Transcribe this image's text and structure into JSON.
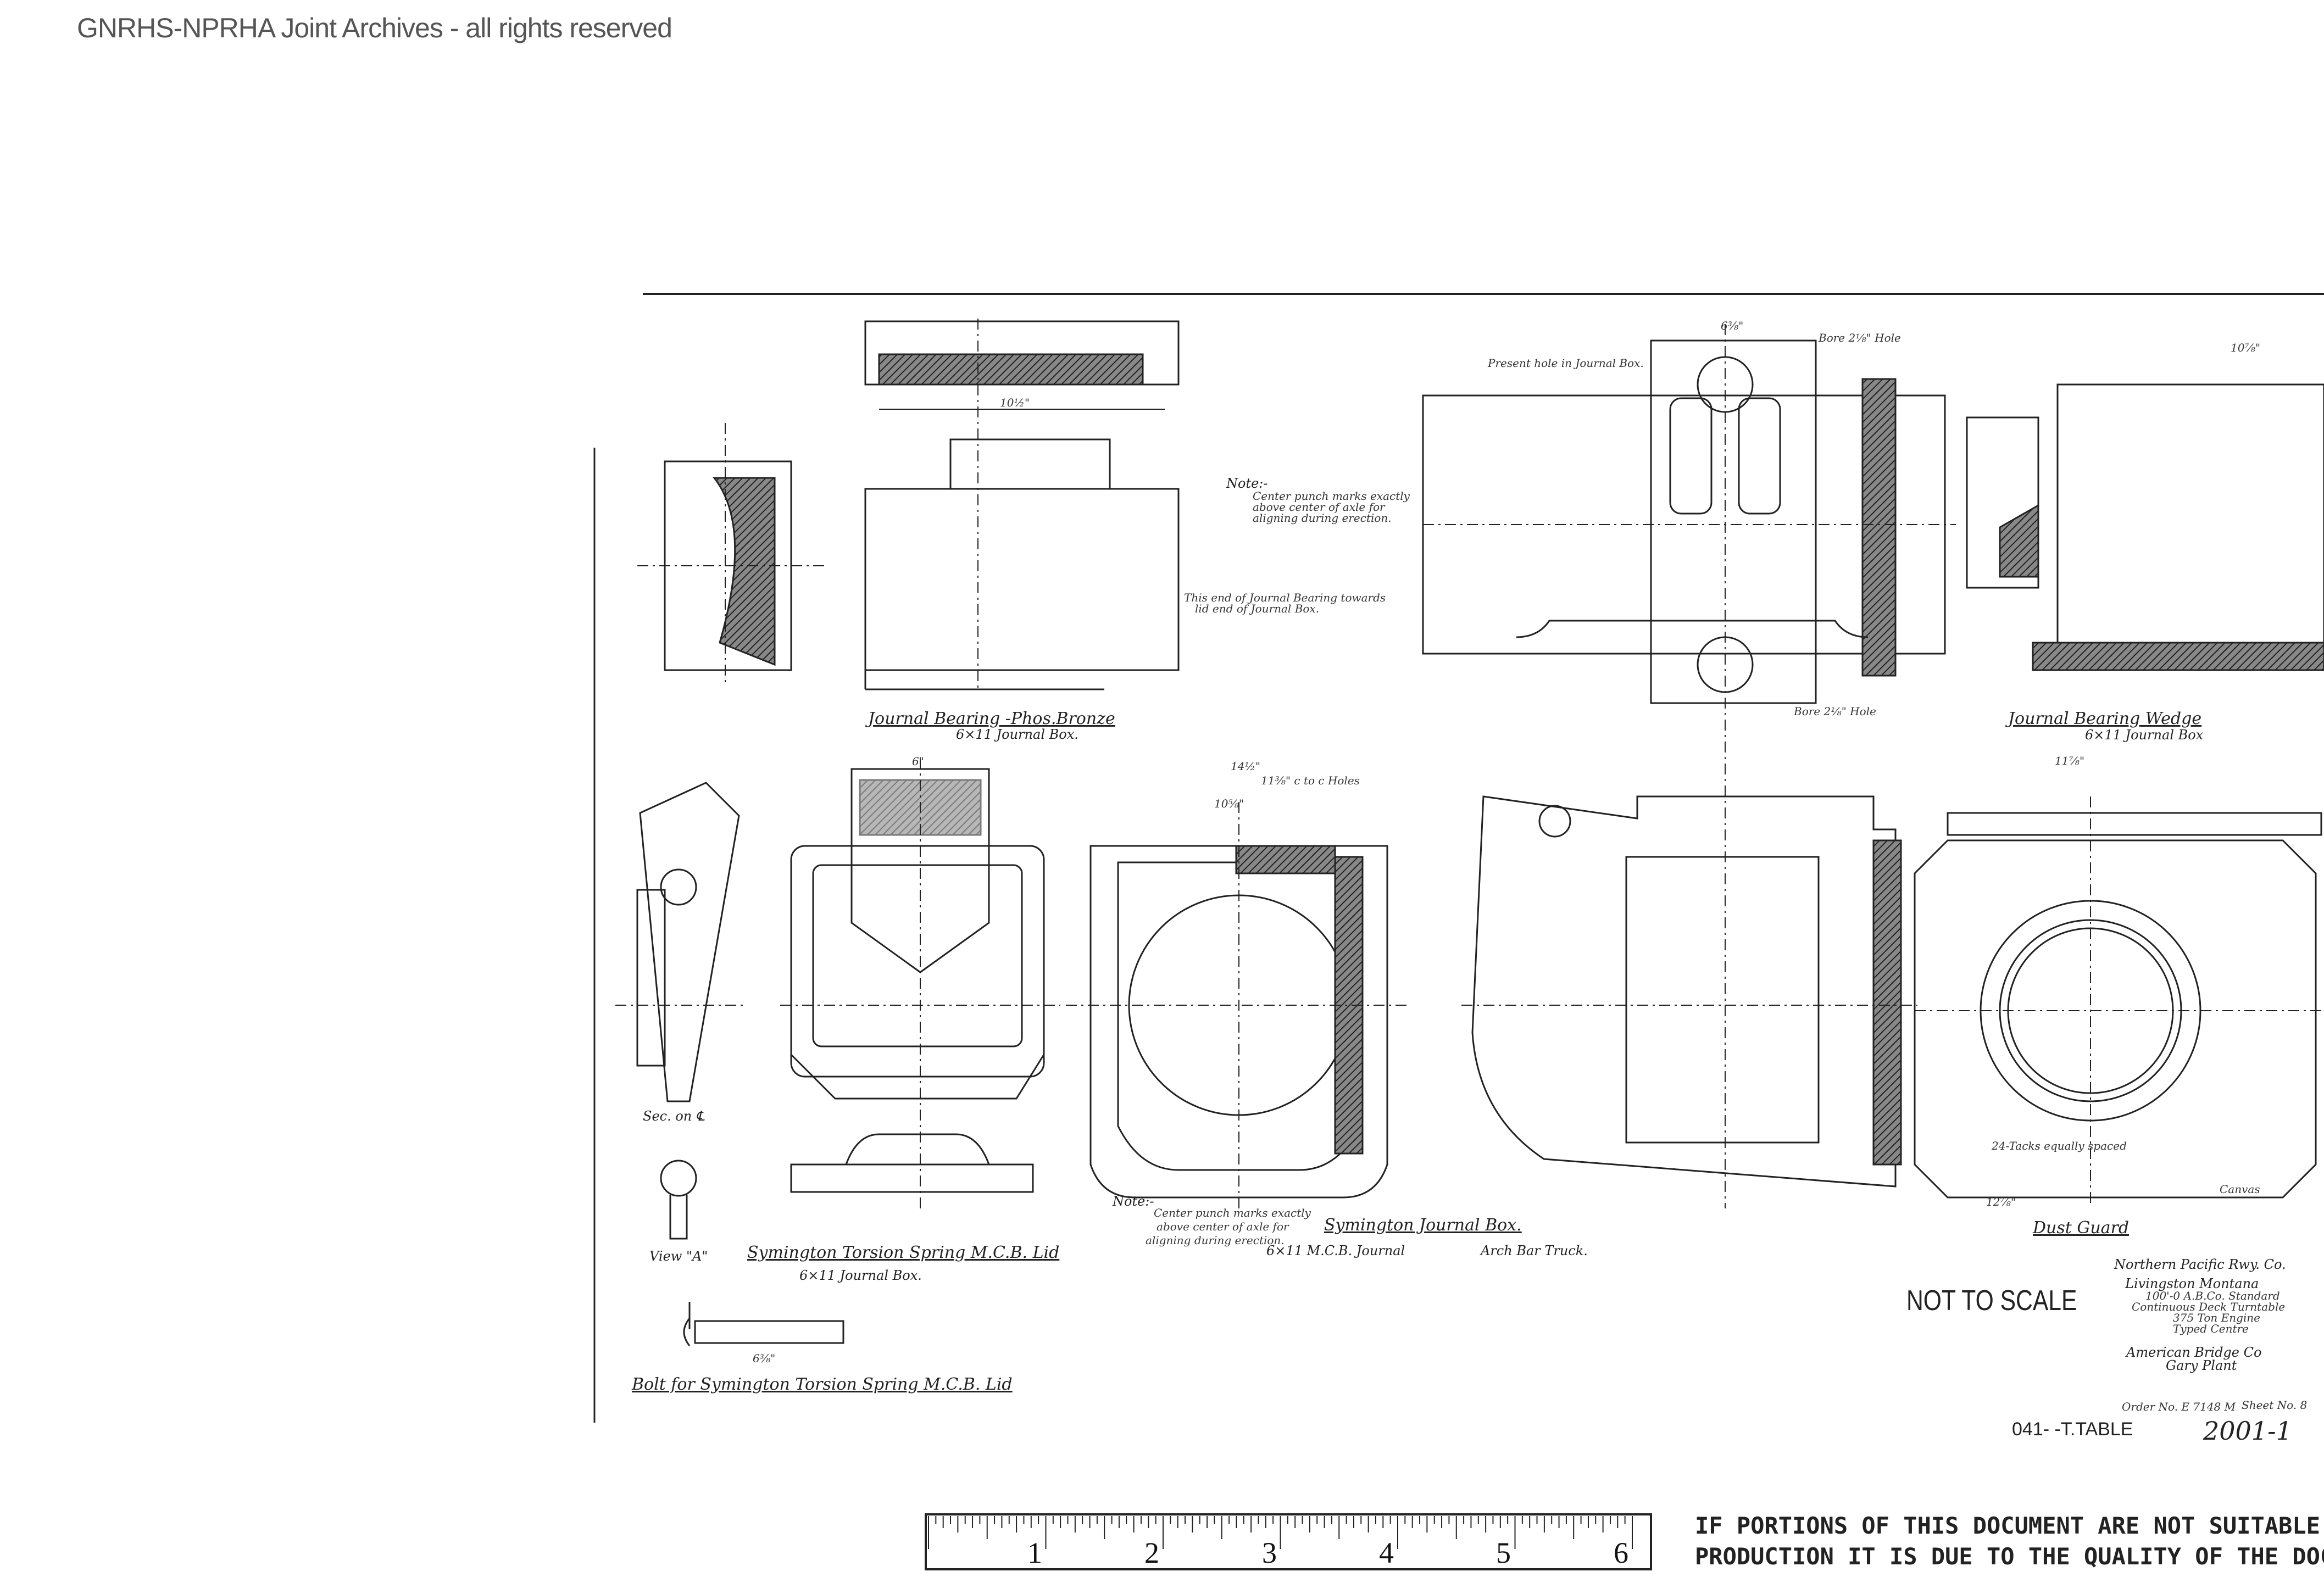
{
  "header": {
    "archive_notice": "GNRHS-NPRHA Joint Archives - all rights reserved"
  },
  "views": {
    "journal_bearing": {
      "title": "Journal Bearing -Phos.Bronze",
      "subtitle": "6×11 Journal Box."
    },
    "journal_bearing_wedge": {
      "title": "Journal Bearing Wedge",
      "subtitle": "6×11 Journal Box"
    },
    "torsion_spring_lid": {
      "title": "Symington Torsion Spring M.C.B. Lid",
      "subtitle": "6×11 Journal Box."
    },
    "journal_box": {
      "title": "Symington Journal Box.",
      "subtitle": "6×11 M.C.B. Journal",
      "extra": "Arch Bar Truck."
    },
    "dust_guard": {
      "title": "Dust Guard"
    },
    "bolt": {
      "title": "Bolt for Symington Torsion Spring M.C.B. Lid"
    },
    "section": {
      "label": "Sec. on ℄"
    },
    "view_a": {
      "label": "View \"A\""
    }
  },
  "notes": {
    "note_top": {
      "head": "Note:-",
      "lines": [
        "Center punch marks exactly",
        "above center of axle for",
        "aligning during erection."
      ]
    },
    "note_bottom": {
      "head": "Note:-",
      "lines": [
        "Center punch marks exactly",
        "above center of axle for",
        "aligning during erection."
      ]
    },
    "bearing_end": [
      "This end of Journal Bearing towards",
      "lid end of Journal Box."
    ],
    "present_hole": "Present hole in Journal Box.",
    "bore_top": "Bore 2⅛\" Hole",
    "bore_bottom": "Bore 2⅛\" Hole",
    "tacks": "24-Tacks equally spaced",
    "canvas": "Canvas"
  },
  "title_block": {
    "railway": "Northern Pacific Rwy. Co.",
    "location": "Livingston  Montana",
    "lines": [
      "100'-0  A.B.Co. Standard",
      "Continuous Deck Turntable",
      "375 Ton Engine",
      "Typed Centre"
    ],
    "company": "American Bridge Co",
    "plant": "Gary Plant",
    "order": "Order No. E 7148 M",
    "sheet": "Sheet No. 8"
  },
  "stamps": {
    "not_to_scale": "NOT TO SCALE",
    "file_prefix": "041-  -T.TABLE",
    "file_number": "2001-1",
    "quality_line1": "IF PORTIONS OF THIS DOCUMENT ARE NOT SUITABLE FOR RE",
    "quality_line2": "PRODUCTION IT IS DUE TO THE QUALITY OF THE DOCUMENT"
  },
  "ruler": {
    "numbers": [
      "1",
      "2",
      "3",
      "4",
      "5",
      "6"
    ]
  },
  "dimensions": {
    "bearing_top": "10½\"",
    "box_top": "6⅜\"",
    "wedge_top": "10⅞\"",
    "box_front": "14½\"",
    "box_holes": "11⅜\" c to c Holes",
    "box_inner": "10⅝\"",
    "lid_top": "6\"",
    "dust_top": "11⅞\"",
    "bolt_len": "6⅜\"",
    "dust_bottom": "12⅞\""
  },
  "colors": {
    "ink": "#222222",
    "hatch": "#3a3a3a",
    "paper": "#ffffff"
  }
}
